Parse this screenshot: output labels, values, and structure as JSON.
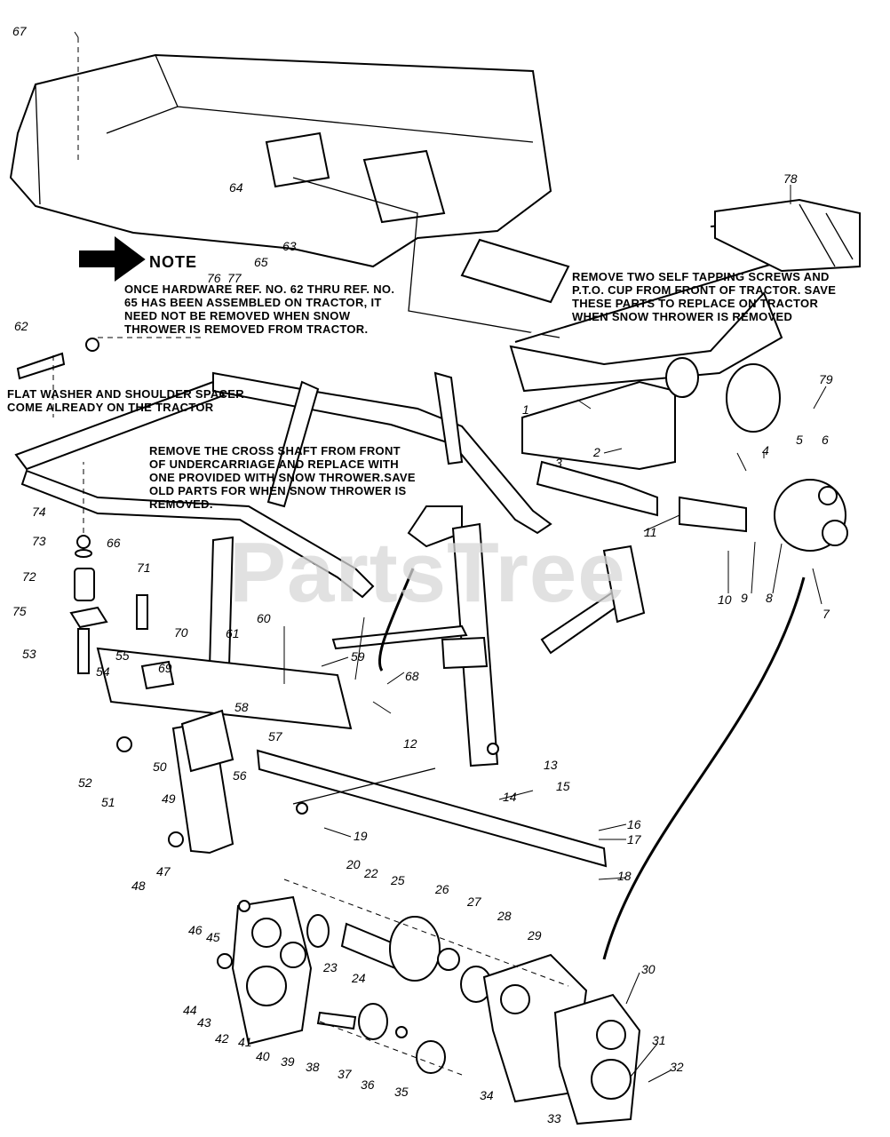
{
  "watermark": "PartsTree",
  "note": {
    "title": "NOTE",
    "text": "ONCE HARDWARE REF. NO. 62 THRU REF. NO.\n65 HAS BEEN ASSEMBLED ON TRACTOR, IT\nNEED NOT BE REMOVED WHEN SNOW\nTHROWER IS REMOVED FROM TRACTOR."
  },
  "callouts": {
    "pto_cup": "REMOVE TWO SELF TAPPING SCREWS AND\nP.T.O. CUP FROM FRONT OF TRACTOR. SAVE\nTHESE PARTS TO REPLACE ON TRACTOR\nWHEN SNOW THROWER IS REMOVED",
    "flat_washer": "FLAT WASHER AND SHOULDER SPACER\nCOME ALREADY ON THE TRACTOR",
    "cross_shaft": "REMOVE THE CROSS SHAFT FROM FRONT\nOF UNDERCARRIAGE AND REPLACE WITH\nONE PROVIDED WITH SNOW THROWER.SAVE\nOLD PARTS FOR WHEN SNOW THROWER IS\nREMOVED."
  },
  "refs": [
    "67",
    "64",
    "63",
    "76",
    "77",
    "65",
    "62",
    "78",
    "79",
    "1",
    "2",
    "3",
    "4",
    "5",
    "6",
    "7",
    "8",
    "9",
    "10",
    "11",
    "74",
    "73",
    "66",
    "72",
    "71",
    "75",
    "53",
    "70",
    "60",
    "61",
    "59",
    "55",
    "54",
    "69",
    "58",
    "57",
    "12",
    "68",
    "52",
    "51",
    "50",
    "56",
    "49",
    "13",
    "14",
    "15",
    "16",
    "17",
    "18",
    "19",
    "20",
    "48",
    "47",
    "46",
    "45",
    "22",
    "25",
    "26",
    "27",
    "28",
    "29",
    "44",
    "43",
    "42",
    "41",
    "40",
    "39",
    "38",
    "37",
    "36",
    "35",
    "34",
    "33",
    "30",
    "31",
    "32",
    "23",
    "24"
  ]
}
